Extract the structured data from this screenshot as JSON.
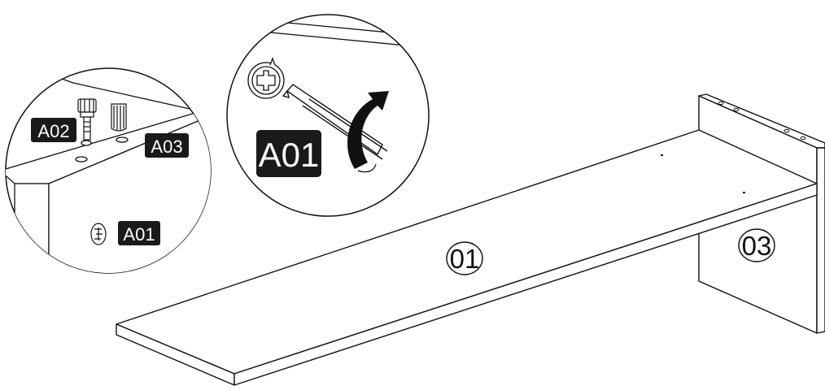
{
  "labels": {
    "panel_top": "01",
    "panel_side": "03",
    "detail_left_a02": "A02",
    "detail_left_a03": "A03",
    "detail_left_a01": "A01",
    "detail_right_a01": "A01"
  },
  "colors": {
    "stroke": "#111111",
    "tag_background": "#1a1a1a",
    "tag_text": "#ffffff",
    "background": "#ffffff"
  },
  "icons": {
    "cam_lock": "cam-lock-icon",
    "screwdriver": "screwdriver-icon",
    "rotation_arrow": "clockwise-arrow-icon",
    "dowel": "wooden-dowel-icon",
    "cam_bolt": "cam-bolt-icon"
  }
}
